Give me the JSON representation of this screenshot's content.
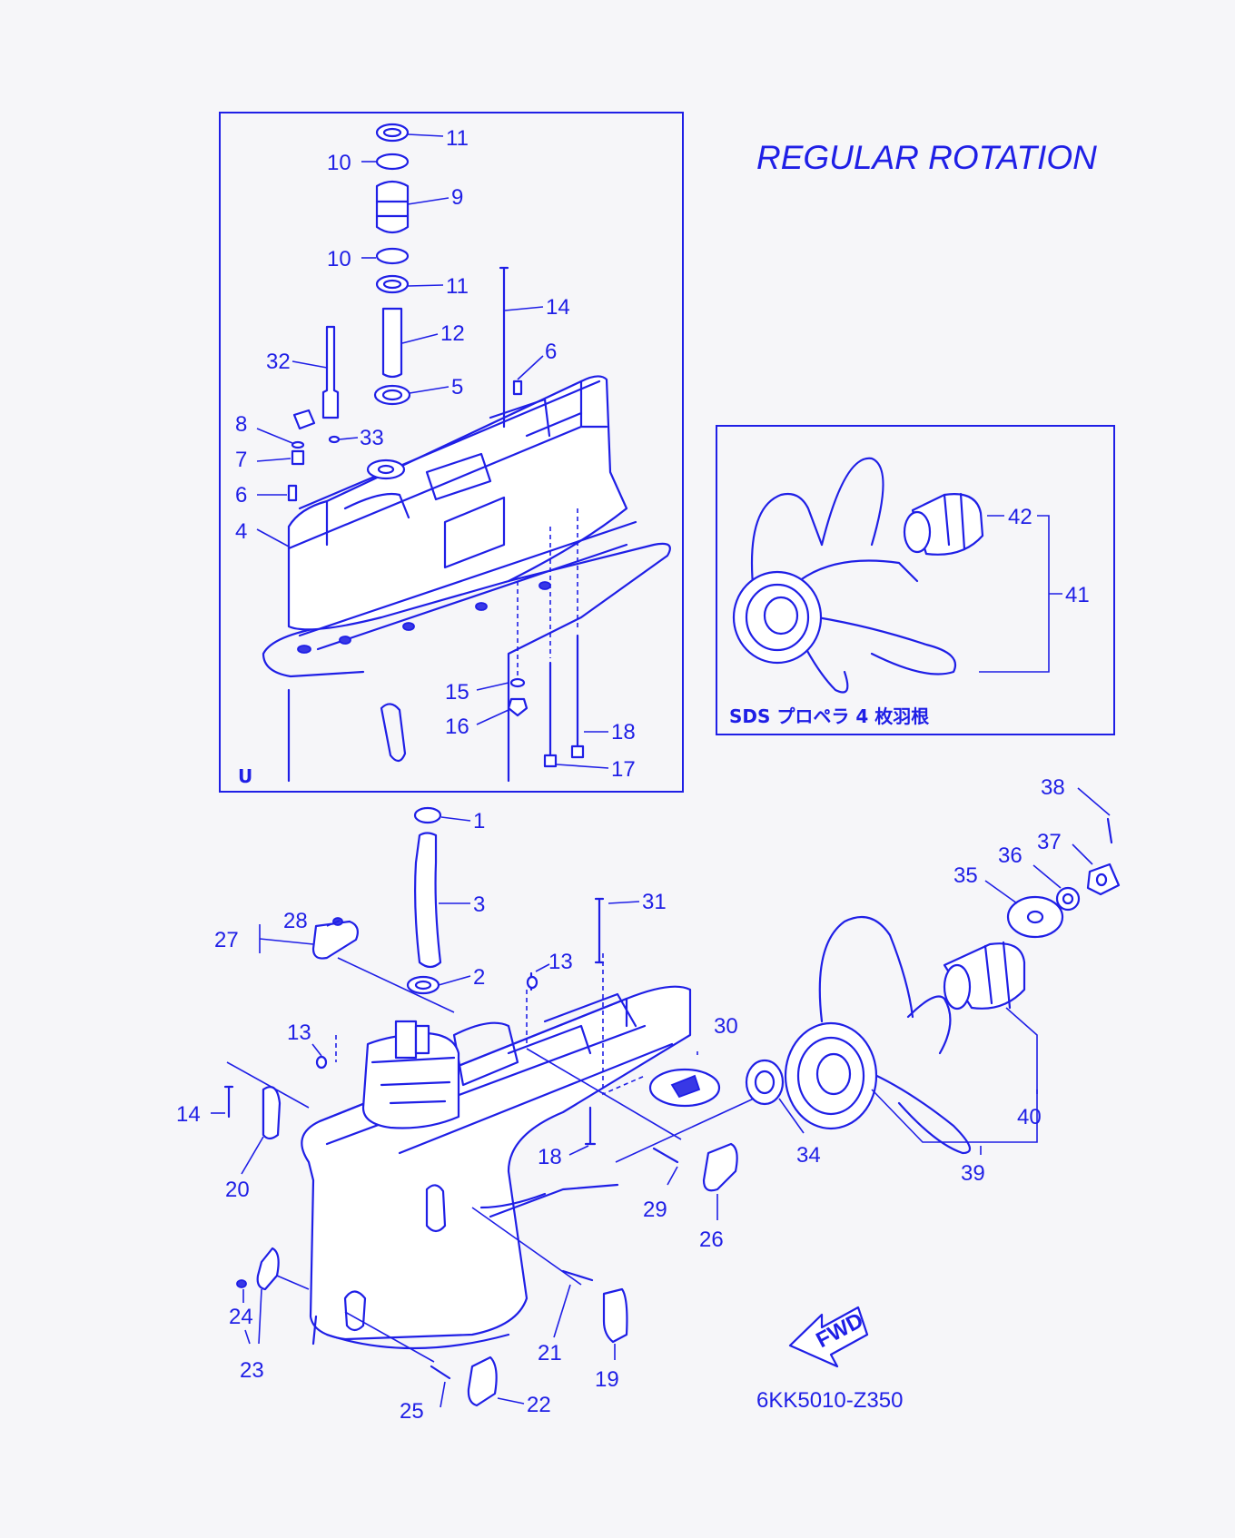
{
  "title": "REGULAR ROTATION",
  "diagram_code": "6KK5010-Z350",
  "inset_u_label": "U",
  "inset_sds_caption": "SDS プロペラ 4 枚羽根",
  "fwd_label": "FWD",
  "ink_color": "#1f1fe6",
  "callouts": [
    "1",
    "2",
    "3",
    "4",
    "5",
    "6",
    "6",
    "7",
    "8",
    "9",
    "10",
    "10",
    "11",
    "11",
    "12",
    "13",
    "13",
    "14",
    "14",
    "15",
    "16",
    "17",
    "18",
    "18",
    "19",
    "20",
    "21",
    "22",
    "23",
    "24",
    "25",
    "26",
    "27",
    "28",
    "29",
    "30",
    "31",
    "32",
    "33",
    "34",
    "35",
    "36",
    "37",
    "38",
    "39",
    "40",
    "41",
    "42"
  ]
}
